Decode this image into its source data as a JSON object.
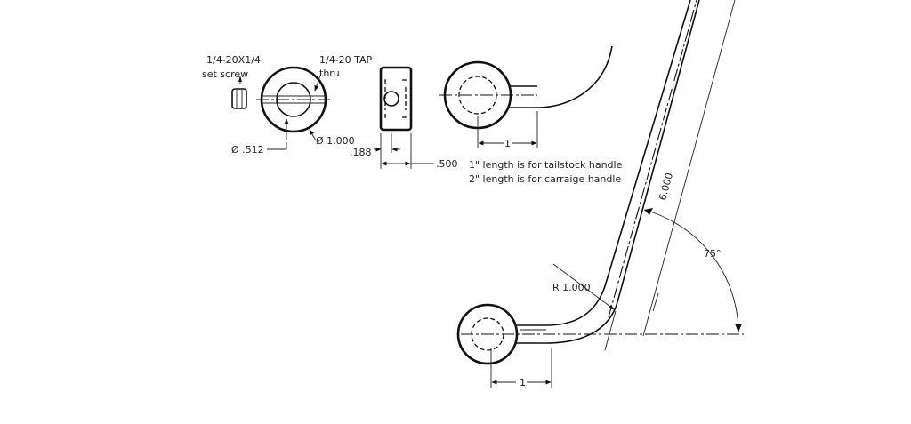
{
  "labels": {
    "set_screw_size": "1/4-20X1/4",
    "set_screw_name": "set screw",
    "tap_size": "1/4-20 TAP",
    "tap_thru": "thru",
    "dia_inner": "Ø .512",
    "dia_outer": "Ø 1.000",
    "dim_188": ".188",
    "dim_500": ".500",
    "dim_1_top": "1",
    "note_line1": "1\" length is for tailstock handle",
    "note_line2": "2\" length is for carraige handle",
    "dim_6000": "6.000",
    "angle_75": "75°",
    "radius_1000": "R 1.000",
    "dim_1_bottom": "1"
  }
}
